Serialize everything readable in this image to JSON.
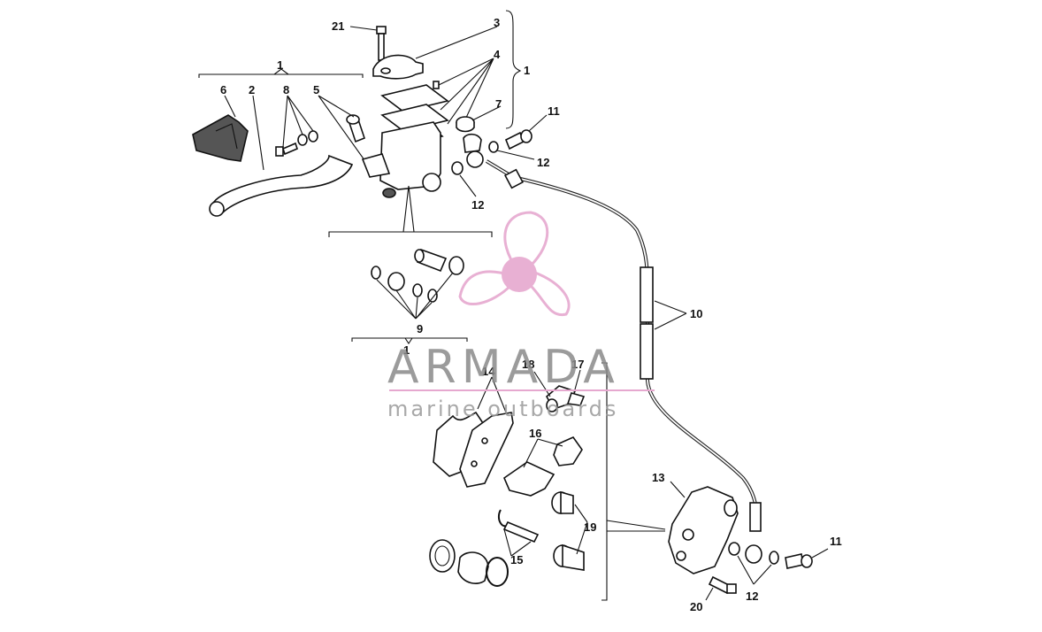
{
  "watermark": {
    "brand": "ARMADA",
    "tagline": "marine outboards",
    "logo_color": "#e6a8cf",
    "text_color": "#8a8a8a"
  },
  "callouts": {
    "c21": "21",
    "c3": "3",
    "c4": "4",
    "c1_right": "1",
    "c1_top": "1",
    "c6": "6",
    "c2": "2",
    "c8": "8",
    "c5": "5",
    "c7": "7",
    "c11_top": "11",
    "c12_top": "12",
    "c12_mid": "12",
    "c10": "10",
    "c9": "9",
    "c1_bottom": "1",
    "c14": "14",
    "c18": "18",
    "c17": "17",
    "c16": "16",
    "c13": "13",
    "c19": "19",
    "c15": "15",
    "c11_bottom": "11",
    "c12_bottom": "12",
    "c20": "20"
  }
}
